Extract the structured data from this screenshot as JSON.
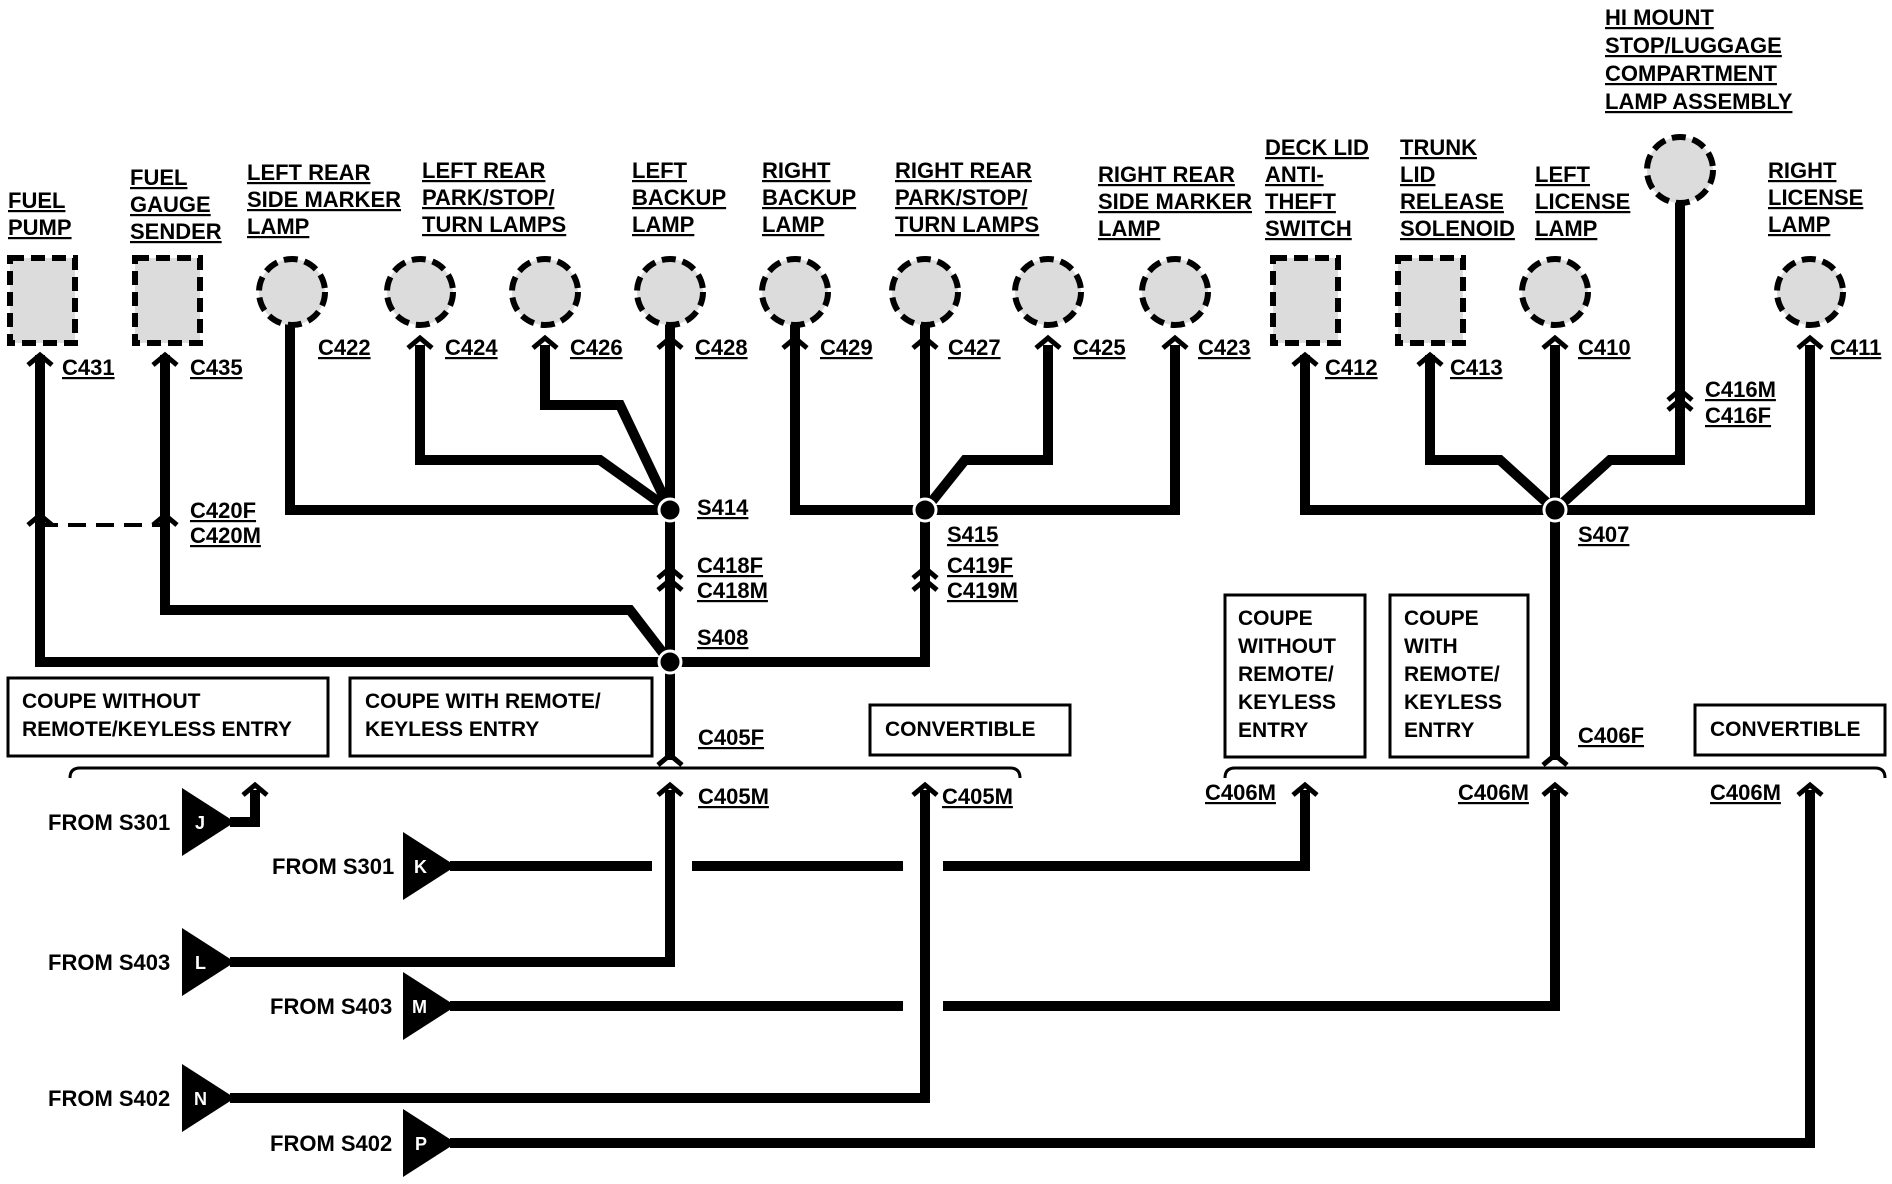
{
  "components": {
    "fuel_pump": [
      "FUEL",
      "PUMP"
    ],
    "fuel_gauge_sender": [
      "FUEL",
      "GAUGE",
      "SENDER"
    ],
    "left_rear_side_marker": [
      "LEFT REAR",
      "SIDE MARKER",
      "LAMP"
    ],
    "left_rear_park": [
      "LEFT REAR",
      "PARK/STOP/",
      "TURN LAMPS"
    ],
    "left_backup": [
      "LEFT",
      "BACKUP",
      "LAMP"
    ],
    "right_backup": [
      "RIGHT",
      "BACKUP",
      "LAMP"
    ],
    "right_rear_park": [
      "RIGHT REAR",
      "PARK/STOP/",
      "TURN LAMPS"
    ],
    "right_rear_side_marker": [
      "RIGHT REAR",
      "SIDE MARKER",
      "LAMP"
    ],
    "deck_lid": [
      "DECK LID",
      "ANTI-",
      "THEFT",
      "SWITCH"
    ],
    "trunk_lid": [
      "TRUNK",
      "LID",
      "RELEASE",
      "SOLENOID"
    ],
    "left_license": [
      "LEFT",
      "LICENSE",
      "LAMP"
    ],
    "hi_mount": [
      "HI MOUNT",
      "STOP/LUGGAGE",
      "COMPARTMENT",
      "LAMP ASSEMBLY"
    ],
    "right_license": [
      "RIGHT",
      "LICENSE",
      "LAMP"
    ]
  },
  "connectors": {
    "c431": "C431",
    "c435": "C435",
    "c422": "C422",
    "c424": "C424",
    "c426": "C426",
    "c428": "C428",
    "c429": "C429",
    "c427": "C427",
    "c425": "C425",
    "c423": "C423",
    "c412": "C412",
    "c413": "C413",
    "c410": "C410",
    "c411": "C411",
    "c416m": "C416M",
    "c416f": "C416F",
    "c420f": "C420F",
    "c420m": "C420M",
    "c418f": "C418F",
    "c418m": "C418M",
    "c419f": "C419F",
    "c419m": "C419M",
    "c405f": "C405F",
    "c405m_a": "C405M",
    "c405m_b": "C405M",
    "c406f": "C406F",
    "c406m_a": "C406M",
    "c406m_b": "C406M",
    "c406m_c": "C406M"
  },
  "splices": {
    "s414": "S414",
    "s415": "S415",
    "s408": "S408",
    "s407": "S407"
  },
  "boxes": {
    "coupe_without_left": [
      "COUPE WITHOUT",
      "REMOTE/KEYLESS ENTRY"
    ],
    "coupe_with_left": [
      "COUPE WITH REMOTE/",
      "KEYLESS ENTRY"
    ],
    "convertible_left": [
      "CONVERTIBLE"
    ],
    "coupe_without_right": [
      "COUPE",
      "WITHOUT",
      "REMOTE/",
      "KEYLESS",
      "ENTRY"
    ],
    "coupe_with_right": [
      "COUPE",
      "WITH",
      "REMOTE/",
      "KEYLESS",
      "ENTRY"
    ],
    "convertible_right": [
      "CONVERTIBLE"
    ]
  },
  "sources": [
    {
      "label": "FROM S301",
      "letter": "J"
    },
    {
      "label": "FROM S301",
      "letter": "K"
    },
    {
      "label": "FROM S403",
      "letter": "L"
    },
    {
      "label": "FROM S403",
      "letter": "M"
    },
    {
      "label": "FROM S402",
      "letter": "N"
    },
    {
      "label": "FROM S402",
      "letter": "P"
    }
  ]
}
